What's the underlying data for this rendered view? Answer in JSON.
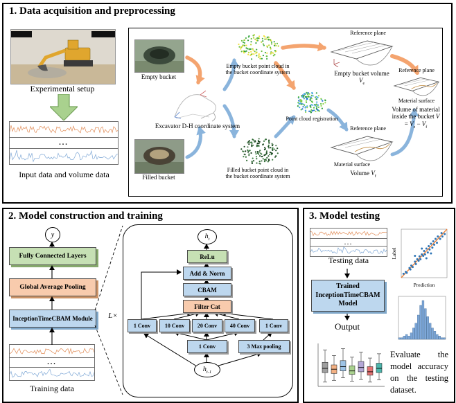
{
  "panel1": {
    "title": "1. Data acquisition and preprocessing",
    "experimental_setup": "Experimental setup",
    "input_caption": "Input data and volume data",
    "dots": "...",
    "empty_bucket": "Empty bucket",
    "dh_caption": "Excavator D-H coordinate system",
    "filled_bucket": "Filled bucket",
    "empty_cloud_caption": "Empty bucket point cloud in the bucket coordinate system",
    "registration_caption": "Point cloud registration",
    "filled_cloud_caption": "Filled bucket point cloud in the bucket coordinate system",
    "reference_plane": "Reference plane",
    "material_surface": "Material surface",
    "empty_volume": {
      "line1": "Empty bucket volume",
      "v": "V",
      "sub": "e"
    },
    "filled_volume": {
      "pre": "Volume ",
      "v": "V",
      "sub": "f"
    },
    "final_volume": {
      "pre": "Volume of material inside the bucket ",
      "v1": "V",
      "eq": " = ",
      "v2": "V",
      "sub2": "e",
      "minus": " − ",
      "v3": "V",
      "sub3": "f"
    }
  },
  "panel2": {
    "title": "2. Model construction and training",
    "y_label": "y",
    "fc": "Fully Connected Layers",
    "gap": "Global Average Pooling",
    "inception": "InceptionTimeCBAM Module",
    "dots": "...",
    "training_caption": "Training data",
    "loop": "L×",
    "module": {
      "h": "h",
      "sub_t": "t",
      "sub_t1": "t-1",
      "relu": "ReLu",
      "addnorm": "Add & Norm",
      "cbam": "CBAM",
      "filter_cat": "Filter Cat",
      "convs": [
        "1 Conv",
        "10 Conv",
        "20 Conv",
        "40 Conv",
        "1 Conv"
      ],
      "conv_bottom": "1 Conv",
      "maxpool": "3 Max pooling"
    }
  },
  "panel3": {
    "title": "3. Model testing",
    "testing_caption": "Testing data",
    "dots": "...",
    "model_lines": [
      "Trained",
      "InceptionTimeCBAM",
      "Model"
    ],
    "output": "Output",
    "evaluate": "Evaluate the model accuracy on the testing dataset.",
    "scatter": {
      "xlabel": "Prediction",
      "ylabel": "Label",
      "points": [
        [
          0.05,
          0.08
        ],
        [
          0.1,
          0.12
        ],
        [
          0.12,
          0.1
        ],
        [
          0.18,
          0.2
        ],
        [
          0.2,
          0.17
        ],
        [
          0.22,
          0.25
        ],
        [
          0.25,
          0.22
        ],
        [
          0.3,
          0.33
        ],
        [
          0.32,
          0.28
        ],
        [
          0.35,
          0.38
        ],
        [
          0.38,
          0.35
        ],
        [
          0.4,
          0.44
        ],
        [
          0.42,
          0.38
        ],
        [
          0.45,
          0.48
        ],
        [
          0.48,
          0.45
        ],
        [
          0.5,
          0.55
        ],
        [
          0.52,
          0.48
        ],
        [
          0.55,
          0.6
        ],
        [
          0.58,
          0.52
        ],
        [
          0.6,
          0.65
        ],
        [
          0.62,
          0.58
        ],
        [
          0.65,
          0.7
        ],
        [
          0.68,
          0.62
        ],
        [
          0.7,
          0.75
        ],
        [
          0.72,
          0.68
        ],
        [
          0.75,
          0.8
        ],
        [
          0.78,
          0.72
        ],
        [
          0.8,
          0.85
        ],
        [
          0.85,
          0.8
        ],
        [
          0.88,
          0.92
        ],
        [
          0.9,
          0.85
        ],
        [
          0.95,
          0.9
        ],
        [
          0.3,
          0.45
        ],
        [
          0.55,
          0.4
        ],
        [
          0.65,
          0.5
        ],
        [
          0.45,
          0.6
        ]
      ]
    },
    "histogram": {
      "values": [
        1,
        1,
        2,
        3,
        2,
        4,
        7,
        10,
        15,
        21,
        24,
        19,
        14,
        10,
        7,
        5,
        3,
        2,
        1,
        1
      ]
    },
    "boxplot": {
      "boxes": [
        {
          "c": "#9e9e9e",
          "lo": 0.1,
          "q1": 0.32,
          "m": 0.42,
          "q3": 0.56,
          "hi": 0.85
        },
        {
          "c": "#f4b183",
          "lo": 0.14,
          "q1": 0.3,
          "m": 0.4,
          "q3": 0.5,
          "hi": 0.72
        },
        {
          "c": "#9dc3e6",
          "lo": 0.2,
          "q1": 0.36,
          "m": 0.46,
          "q3": 0.6,
          "hi": 0.88
        },
        {
          "c": "#a9d18e",
          "lo": 0.12,
          "q1": 0.28,
          "m": 0.36,
          "q3": 0.48,
          "hi": 0.68
        },
        {
          "c": "#b4a7d6",
          "lo": 0.16,
          "q1": 0.34,
          "m": 0.44,
          "q3": 0.58,
          "hi": 0.8
        },
        {
          "c": "#e57373",
          "lo": 0.1,
          "q1": 0.26,
          "m": 0.34,
          "q3": 0.46,
          "hi": 0.66
        },
        {
          "c": "#4db6ac",
          "lo": 0.15,
          "q1": 0.32,
          "m": 0.42,
          "q3": 0.54,
          "hi": 0.76
        }
      ]
    },
    "colors": {
      "scatter_line": "#ed7d31",
      "scatter_dot": "#2e75b6",
      "hist_bar": "#7da7d9"
    }
  }
}
